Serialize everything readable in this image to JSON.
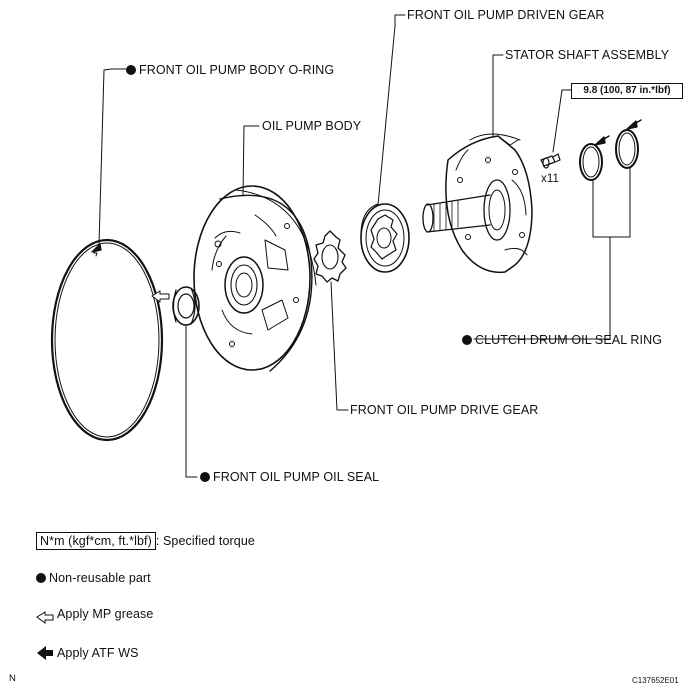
{
  "labels": {
    "driven_gear": "FRONT OIL PUMP DRIVEN GEAR",
    "stator_shaft": "STATOR SHAFT ASSEMBLY",
    "body_oring": "FRONT OIL PUMP BODY O-RING",
    "oil_pump_body": "OIL PUMP BODY",
    "clutch_drum_ring": "CLUTCH DRUM OIL SEAL RING",
    "drive_gear": "FRONT OIL PUMP DRIVE GEAR",
    "oil_seal": "FRONT OIL PUMP OIL SEAL"
  },
  "torque_spec": "9.8 (100, 87 in.*lbf)",
  "bolt_qty": "x11",
  "legend": {
    "torque_unit": "N*m (kgf*cm, ft.*lbf)",
    "torque_desc": ": Specified torque",
    "non_reusable": "Non-reusable part",
    "mp_grease": "Apply MP grease",
    "atf_ws": "Apply ATF WS"
  },
  "page_letter": "N",
  "figure_code": "C137652E01",
  "colors": {
    "ink": "#111111",
    "background": "#ffffff"
  }
}
